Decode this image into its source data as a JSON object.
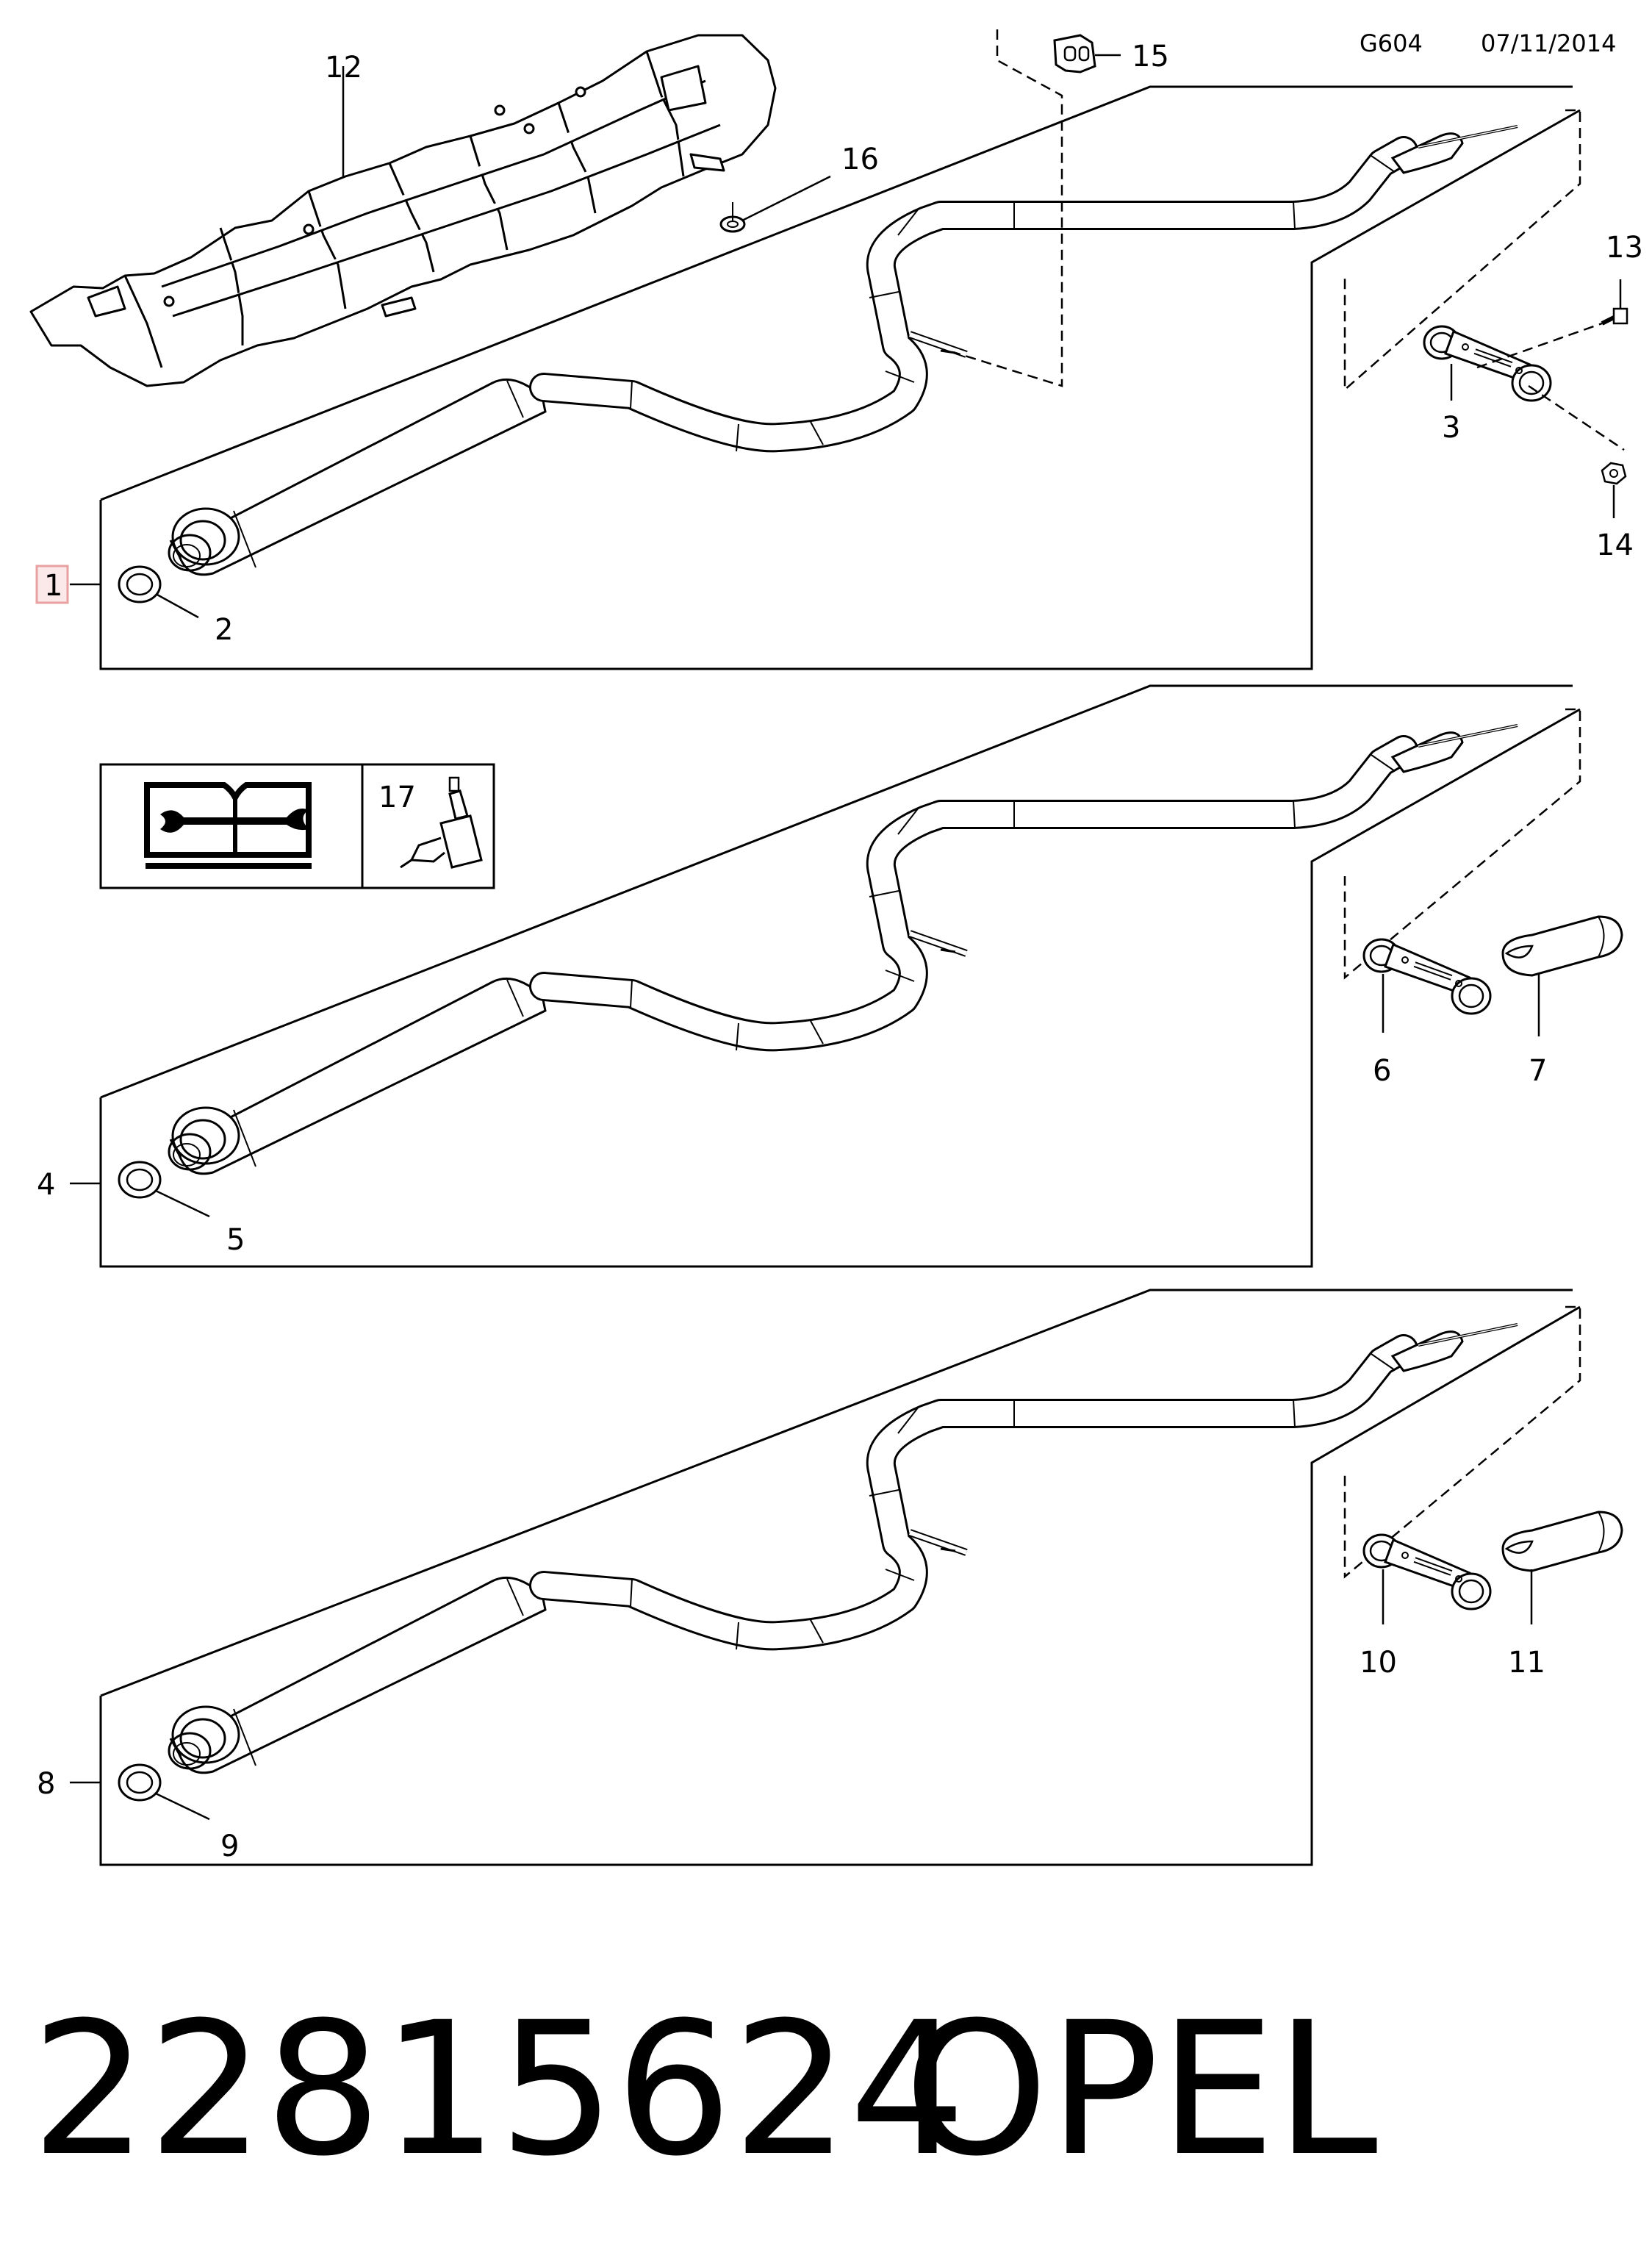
{
  "header": {
    "code": "G604",
    "date": "07/11/2014"
  },
  "callouts": {
    "c1": "1",
    "c2": "2",
    "c3": "3",
    "c4": "4",
    "c5": "5",
    "c6": "6",
    "c7": "7",
    "c8": "8",
    "c9": "9",
    "c10": "10",
    "c11": "11",
    "c12": "12",
    "c13": "13",
    "c14": "14",
    "c15": "15",
    "c16": "16",
    "c17": "17"
  },
  "highlight_color": "#e8a0a0",
  "footer": {
    "part_number": "22815624",
    "brand": "OPEL"
  }
}
